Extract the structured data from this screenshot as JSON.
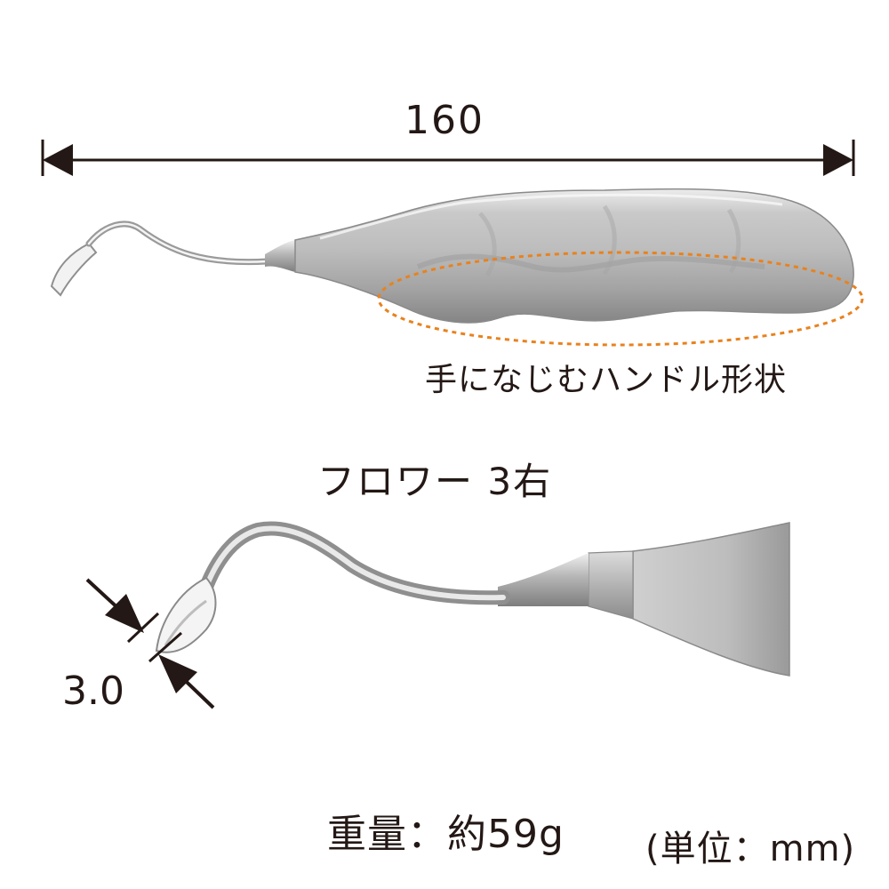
{
  "dimensions": {
    "total_length": "160",
    "tip_width": "3.0"
  },
  "feature_label": "手になじむハンドル形状",
  "model_name": "フロワー 3右",
  "weight_label": "重量：約59g",
  "unit_label": "(単位：mm)",
  "colors": {
    "ink": "#231815",
    "highlight": "#e8821e",
    "steel": "#a8a8a8"
  }
}
